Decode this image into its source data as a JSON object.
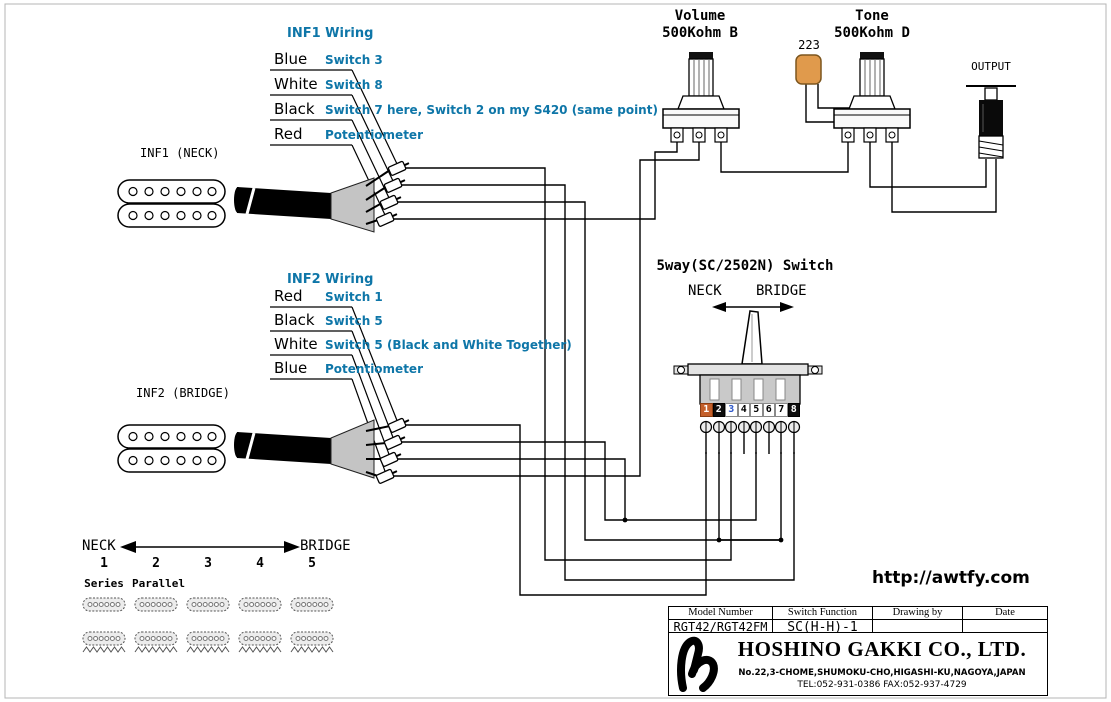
{
  "colors": {
    "accent": "#0e76a8",
    "capacitor": "#e09a4c",
    "terminal_highlight": "#0d0d0d",
    "terminal_orange": "#c45f2a"
  },
  "pots": {
    "volume": {
      "title": "Volume",
      "value": "500Kohm B"
    },
    "tone": {
      "title": "Tone",
      "value": "500Kohm D"
    },
    "capacitor": "223"
  },
  "output": {
    "label": "OUTPUT"
  },
  "inf1": {
    "title": "INF1 Wiring",
    "pickup": "INF1 (NECK)",
    "wires": [
      {
        "name": "Blue",
        "dest": "Switch 3"
      },
      {
        "name": "White",
        "dest": "Switch 8"
      },
      {
        "name": "Black",
        "dest": "Switch 7 here, Switch 2 on my S420 (same point)"
      },
      {
        "name": "Red",
        "dest": "Potentiometer"
      }
    ]
  },
  "inf2": {
    "title": "INF2 Wiring",
    "pickup": "INF2 (BRIDGE)",
    "wires": [
      {
        "name": "Red",
        "dest": "Switch 1"
      },
      {
        "name": "Black",
        "dest": "Switch 5"
      },
      {
        "name": "White",
        "dest": "Switch 5 (Black and White Together)"
      },
      {
        "name": "Blue",
        "dest": "Potentiometer"
      }
    ]
  },
  "selector": {
    "title": "5way(SC/2502N) Switch",
    "left": "NECK",
    "right": "BRIDGE",
    "terminals": [
      "1",
      "2",
      "3",
      "4",
      "5",
      "6",
      "7",
      "8"
    ]
  },
  "positions": {
    "left": "NECK",
    "right": "BRIDGE",
    "numbers": [
      "1",
      "2",
      "3",
      "4",
      "5"
    ],
    "labels": [
      "Series",
      "Parallel"
    ]
  },
  "footer": {
    "url": "http://awtfy.com",
    "table": {
      "headers": [
        "Model Number",
        "Switch Function",
        "Drawing by",
        "Date"
      ],
      "model": "RGT42/RGT42FM",
      "switch_function": "SC(H-H)-1"
    },
    "company": "HOSHINO GAKKI CO., LTD.",
    "address": "No.22,3-CHOME,SHUMOKU-CHO,HIGASHI-KU,NAGOYA,JAPAN",
    "phone": "TEL:052-931-0386  FAX:052-937-4729"
  }
}
